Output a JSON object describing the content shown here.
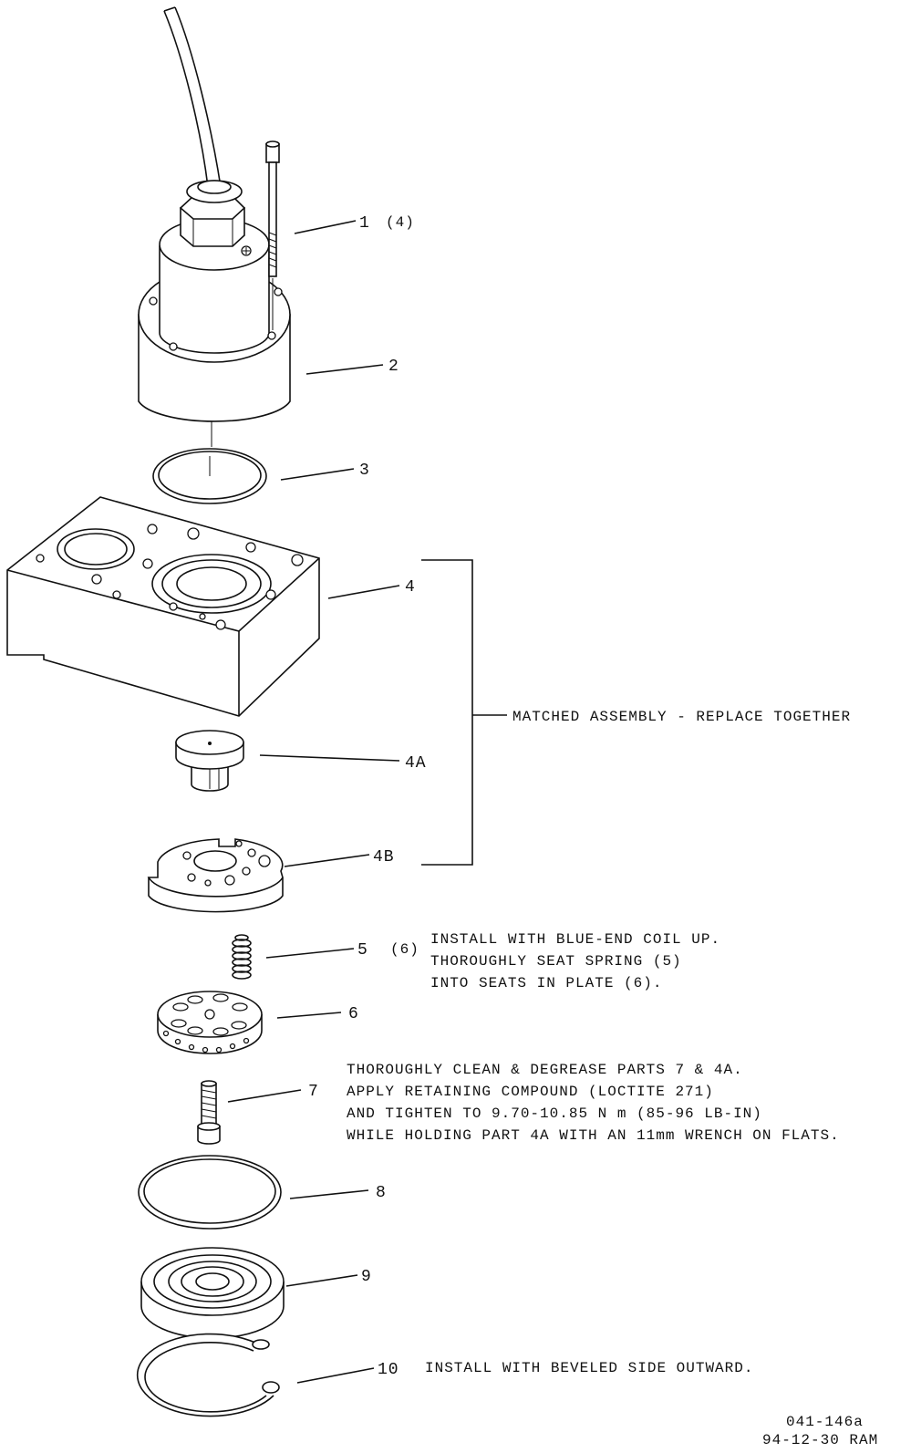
{
  "callouts": {
    "p1": "1",
    "p1_qty": "(4)",
    "p2": "2",
    "p3": "3",
    "p4": "4",
    "p4a": "4A",
    "p4b": "4B",
    "p5": "5",
    "p5_qty": "(6)",
    "p6": "6",
    "p7": "7",
    "p8": "8",
    "p9": "9",
    "p10": "10"
  },
  "notes": {
    "matched_assembly": "MATCHED ASSEMBLY - REPLACE TOGETHER",
    "spring": [
      "INSTALL WITH BLUE-END COIL UP.",
      "THOROUGHLY SEAT SPRING (5)",
      "INTO SEATS IN PLATE (6)."
    ],
    "screw": [
      "THOROUGHLY CLEAN & DEGREASE PARTS 7 & 4A.",
      "APPLY RETAINING COMPOUND (LOCTITE 271)",
      "AND TIGHTEN TO 9.70-10.85 N m (85-96 LB-IN)",
      "WHILE HOLDING PART 4A WITH AN 11mm WRENCH ON FLATS."
    ],
    "snap_ring": "INSTALL WITH BEVELED SIDE OUTWARD."
  },
  "drawing_id": {
    "number": "041-146a",
    "date_author": "94-12-30 RAM"
  }
}
